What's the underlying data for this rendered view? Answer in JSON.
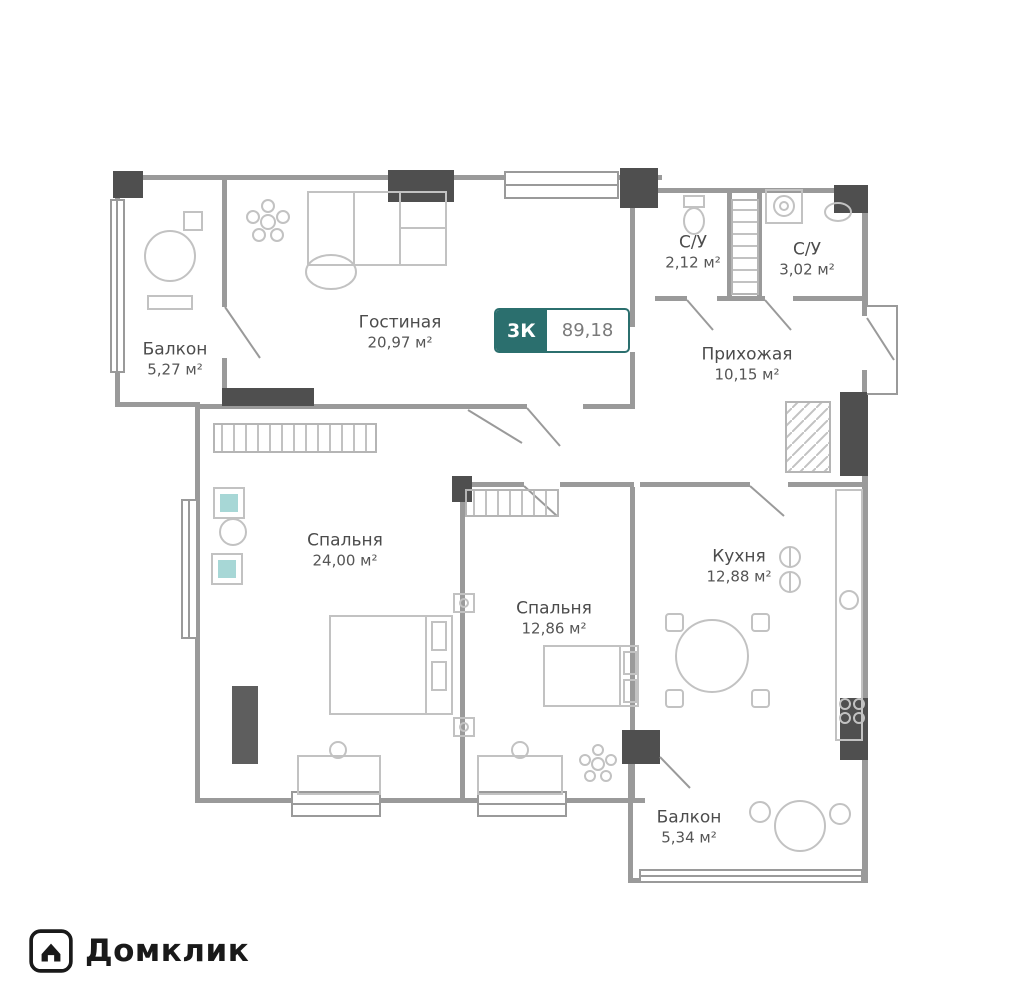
{
  "badge": {
    "type_label": "3К",
    "area_value": "89,18"
  },
  "rooms": [
    {
      "name": "Балкон",
      "area": "5,27 м²"
    },
    {
      "name": "Гостиная",
      "area": "20,97 м²"
    },
    {
      "name": "С/У",
      "area": "2,12 м²"
    },
    {
      "name": "С/У",
      "area": "3,02 м²"
    },
    {
      "name": "Прихожая",
      "area": "10,15 м²"
    },
    {
      "name": "Спальня",
      "area": "24,00 м²"
    },
    {
      "name": "Спальня",
      "area": "12,86 м²"
    },
    {
      "name": "Кухня",
      "area": "12,88 м²"
    },
    {
      "name": "Балкон",
      "area": "5,34 м²"
    }
  ],
  "logo": {
    "brand": "Домклик"
  },
  "colors": {
    "accent_teal": "#2b6f6e",
    "wall_dark": "#4f4f4f",
    "wall_gray": "#9a9a9a",
    "furniture_gray": "#c2c2c2",
    "cushion_teal": "#a7d7d6"
  }
}
